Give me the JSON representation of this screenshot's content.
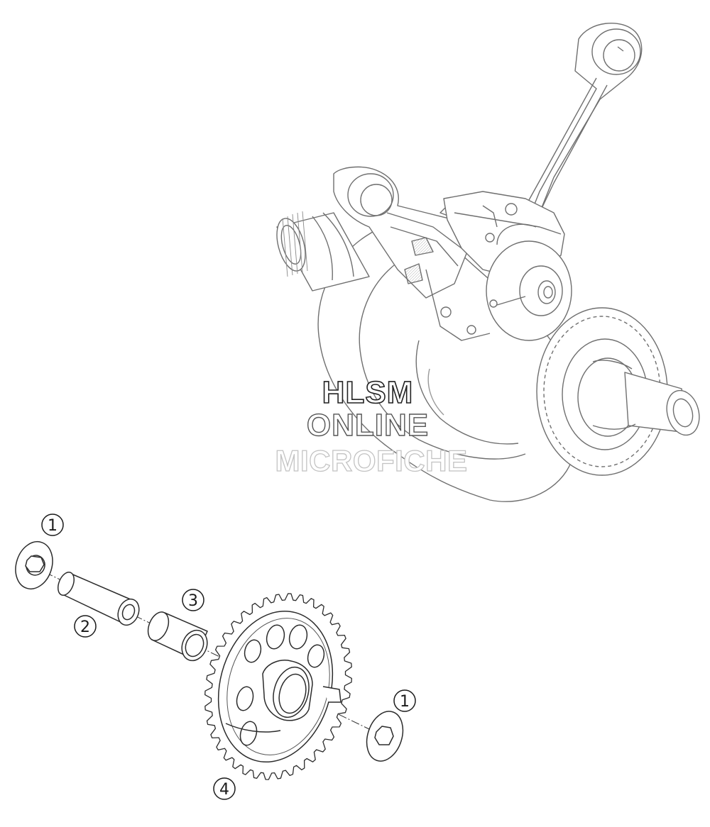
{
  "watermark": {
    "line1": "HLSM",
    "line2": "ONLINE",
    "line3": "MICROFICHE"
  },
  "callouts": {
    "washer_top": "1",
    "shaft": "2",
    "bushing": "3",
    "gear": "4",
    "washer_right": "1"
  },
  "colors": {
    "line": "#2b2b2b",
    "faded_line": "#9a9a9a",
    "watermark_light": "#c8c8c8"
  }
}
